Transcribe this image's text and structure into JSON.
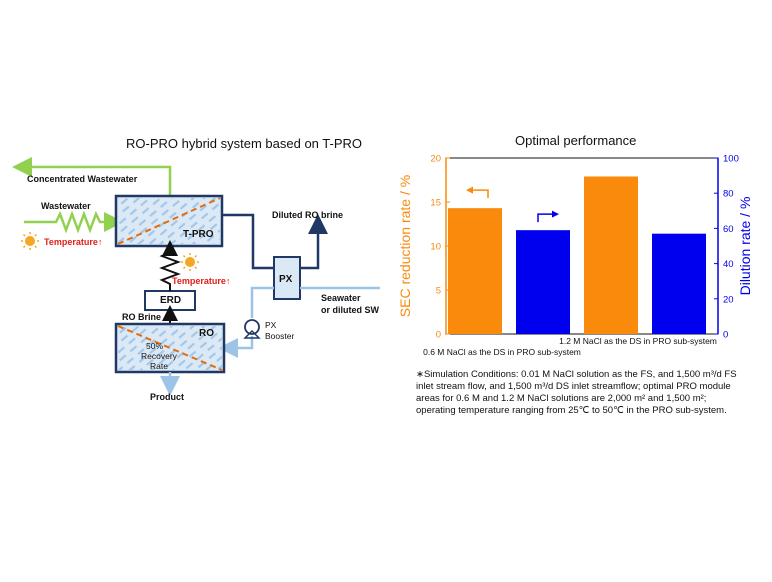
{
  "left_diagram": {
    "title": "RO-PRO hybrid system based on T-PRO",
    "labels": {
      "concentrated_wastewater": "Concentrated Wastewater",
      "wastewater": "Wastewater",
      "temperature_left": "Temperature↑",
      "t_pro": "T-PRO",
      "diluted_ro_brine": "Diluted RO brine",
      "temperature_mid": "Temperature↑",
      "px": "PX",
      "erd": "ERD",
      "seawater_line1": "Seawater",
      "seawater_line2": "or diluted SW",
      "ro_brine": "RO Brine",
      "ro": "RO",
      "px_booster_line1": "PX",
      "px_booster_line2": "Booster",
      "recovery_line1": "50%",
      "recovery_line2": "Recovery",
      "recovery_line3": "Rate",
      "product": "Product"
    },
    "colors": {
      "green_line": "#92d050",
      "navy_line": "#1f3864",
      "light_blue_line": "#9dc3e6",
      "box_fill": "#dbe9f7",
      "dashed_orange": "#e46c0a",
      "temperature_red": "#e0201b",
      "sun": "#f5a623"
    }
  },
  "chart_title": "Optimal performance",
  "chart_data": {
    "type": "bar",
    "categories": [
      "0.6 M NaCl as the DS in PRO sub-system",
      "1.2 M NaCl as the DS in PRO sub-system"
    ],
    "series": [
      {
        "values": [
          14.3,
          17.9
        ],
        "color": "#f98a0c",
        "axis": "left"
      },
      {
        "values": [
          59,
          57
        ],
        "color": "#0000ee",
        "axis": "right"
      }
    ],
    "ylabel_left": "SEC reduction rate / %",
    "ylabel_right": "Dilution rate / %",
    "ylim_left": [
      0,
      20
    ],
    "ylim_right": [
      0,
      100
    ],
    "yticks_left": [
      "0",
      "5",
      "10",
      "15",
      "20"
    ],
    "yticks_right": [
      "0",
      "20",
      "40",
      "60",
      "80",
      "100"
    ],
    "grid": false
  },
  "footnote": "∗Simulation Conditions: 0.01 M NaCl solution as the FS, and 1,500 m³/d FS inlet stream flow, and 1,500 m³/d DS inlet streamflow; optimal PRO module areas for 0.6 M and 1.2 M NaCl solutions are 2,000 m² and 1,500 m²; operating temperature ranging from 25℃ to 50℃ in the PRO sub-system."
}
